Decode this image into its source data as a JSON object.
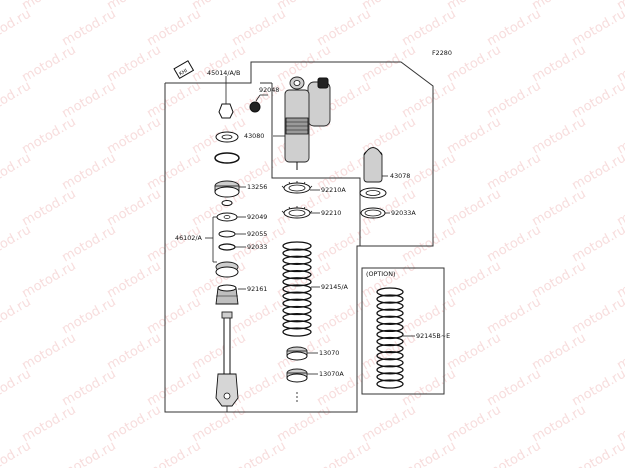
{
  "diagram": {
    "code": "F2280",
    "option_label": "(OPTION)",
    "watermark": "motod.ru",
    "labels": {
      "p45014": "45014/A/B",
      "p92048": "92048",
      "p43080": "43080",
      "p43078": "43078",
      "p13256": "13256",
      "p92210A": "92210A",
      "p92210": "92210",
      "p92033A": "92033A",
      "p92049": "92049",
      "p46102": "46102/A",
      "p92055": "92055",
      "p92033": "92033",
      "p92145A": "92145/A",
      "p92161": "92161",
      "p92145BE": "92145B~E",
      "p13070": "13070",
      "p13070A": "13070A"
    }
  }
}
